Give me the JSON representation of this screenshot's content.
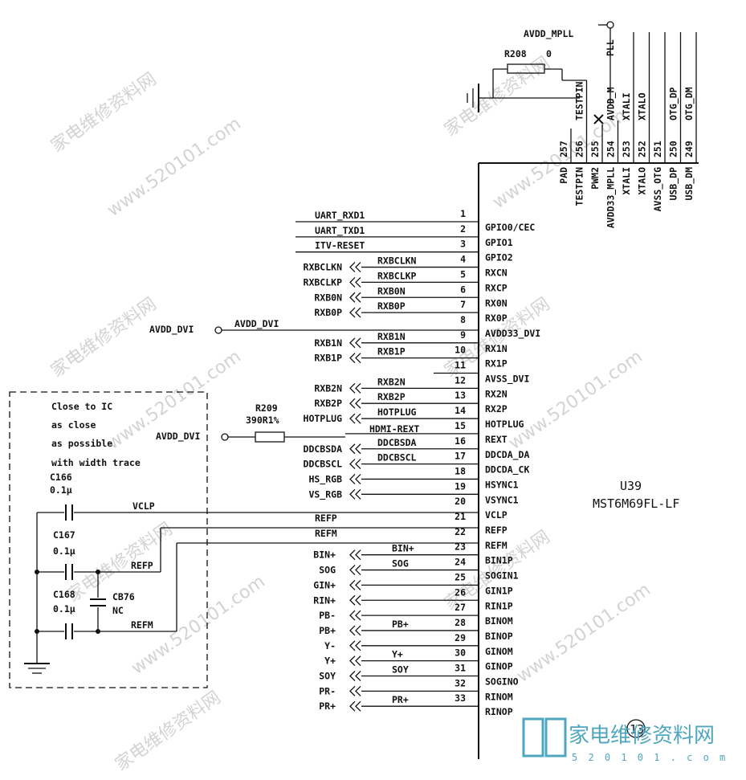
{
  "chip": {
    "ref": "U39",
    "part": "MST6M69FL-LF"
  },
  "left_pins": [
    {
      "num": "1",
      "pin": "GPIO0/CEC",
      "net": "UART_RXD1",
      "ext": ""
    },
    {
      "num": "2",
      "pin": "GPIO1",
      "net": "UART_TXD1",
      "ext": ""
    },
    {
      "num": "3",
      "pin": "GPIO2",
      "net": "ITV-RESET",
      "ext": ""
    },
    {
      "num": "4",
      "pin": "RXCN",
      "net": "RXBCLKN",
      "ext": "RXBCLKN"
    },
    {
      "num": "5",
      "pin": "RXCP",
      "net": "RXBCLKP",
      "ext": "RXBCLKP"
    },
    {
      "num": "6",
      "pin": "RX0N",
      "net": "RXB0N",
      "ext": "RXB0N"
    },
    {
      "num": "7",
      "pin": "RX0P",
      "net": "RXB0P",
      "ext": "RXB0P"
    },
    {
      "num": "8",
      "pin": "AVDD33_DVI",
      "net": "AVDD_DVI",
      "ext": ""
    },
    {
      "num": "9",
      "pin": "RX1N",
      "net": "RXB1N",
      "ext": "RXB1N"
    },
    {
      "num": "10",
      "pin": "RX1P",
      "net": "RXB1P",
      "ext": "RXB1P"
    },
    {
      "num": "11",
      "pin": "AVSS_DVI",
      "net": "",
      "ext": ""
    },
    {
      "num": "12",
      "pin": "RX2N",
      "net": "RXB2N",
      "ext": "RXB2N"
    },
    {
      "num": "13",
      "pin": "RX2P",
      "net": "RXB2P",
      "ext": "RXB2P"
    },
    {
      "num": "14",
      "pin": "HOTPLUG",
      "net": "HOTPLUG",
      "ext": "HOTPLUG"
    },
    {
      "num": "15",
      "pin": "REXT",
      "net": "HDMI-REXT",
      "ext": ""
    },
    {
      "num": "16",
      "pin": "DDCDA_DA",
      "net": "DDCBSDA",
      "ext": "DDCBSDA"
    },
    {
      "num": "17",
      "pin": "DDCDA_CK",
      "net": "DDCBSCL",
      "ext": "DDCBSCL"
    },
    {
      "num": "18",
      "pin": "HSYNC1",
      "net": "",
      "ext": "HS_RGB"
    },
    {
      "num": "19",
      "pin": "VSYNC1",
      "net": "",
      "ext": "VS_RGB"
    },
    {
      "num": "20",
      "pin": "VCLP",
      "net": "VCLP",
      "ext": ""
    },
    {
      "num": "21",
      "pin": "REFP",
      "net": "REFP",
      "ext": ""
    },
    {
      "num": "22",
      "pin": "REFM",
      "net": "REFM",
      "ext": ""
    },
    {
      "num": "23",
      "pin": "BIN1P",
      "net": "BIN+",
      "ext": "BIN+"
    },
    {
      "num": "24",
      "pin": "SOGIN1",
      "net": "SOG",
      "ext": "SOG"
    },
    {
      "num": "25",
      "pin": "GIN1P",
      "net": "",
      "ext": "GIN+"
    },
    {
      "num": "26",
      "pin": "RIN1P",
      "net": "",
      "ext": "RIN+"
    },
    {
      "num": "27",
      "pin": "BINOM",
      "net": "",
      "ext": "PB-"
    },
    {
      "num": "28",
      "pin": "BINOP",
      "net": "PB+",
      "ext": "PB+"
    },
    {
      "num": "29",
      "pin": "GINOM",
      "net": "",
      "ext": "Y-"
    },
    {
      "num": "30",
      "pin": "GINOP",
      "net": "Y+",
      "ext": "Y+"
    },
    {
      "num": "31",
      "pin": "SOGINO",
      "net": "SOY",
      "ext": "SOY"
    },
    {
      "num": "32",
      "pin": "RINOM",
      "net": "",
      "ext": "PR-"
    },
    {
      "num": "33",
      "pin": "RINOP",
      "net": "PR+",
      "ext": "PR+"
    }
  ],
  "top_pins": [
    {
      "num": "257",
      "pin": "PAD",
      "net": ""
    },
    {
      "num": "256",
      "pin": "TESTPIN",
      "net": "TESTPIN"
    },
    {
      "num": "255",
      "pin": "PWM2",
      "net": ""
    },
    {
      "num": "254",
      "pin": "AVDD33_MPLL",
      "net": "AVDD_M"
    },
    {
      "num": "253",
      "pin": "XTALI",
      "net": "XTALI"
    },
    {
      "num": "252",
      "pin": "XTALO",
      "net": "XTALO"
    },
    {
      "num": "251",
      "pin": "AVSS_OTG",
      "net": ""
    },
    {
      "num": "250",
      "pin": "USB_DP",
      "net": "OTG_DP"
    },
    {
      "num": "249",
      "pin": "USB_DM",
      "net": "OTG_DM"
    }
  ],
  "top_extra": {
    "pll": "PLL",
    "avdd_mpll": "AVDD_MPLL",
    "r208": "R208",
    "r208_val": "0"
  },
  "dvi_power": {
    "port": "AVDD_DVI",
    "net": "AVDD_DVI"
  },
  "rext_branch": {
    "port": "AVDD_DVI",
    "res": "R209",
    "res_val": "390R1%"
  },
  "note_box": {
    "lines": [
      "Close to IC",
      "as close",
      "as possible",
      "with width trace"
    ],
    "c166": "C166",
    "c166_val": "0.1μ",
    "c167": "C167",
    "c167_val": "0.1μ",
    "c168": "C168",
    "c168_val": "0.1μ",
    "cb76": "CB76",
    "cb76_val": "NC",
    "vclp": "VCLP",
    "refp": "REFP",
    "refm": "REFM"
  },
  "page_num": "13",
  "logo": {
    "cn": "家电维修资料网",
    "url": "5 2 0 1 0 1 . c o m"
  }
}
